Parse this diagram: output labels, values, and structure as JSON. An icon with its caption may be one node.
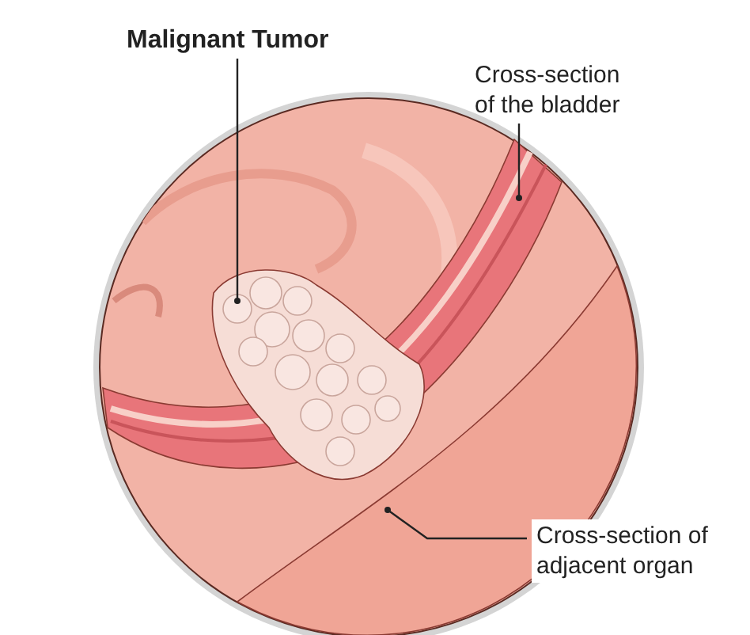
{
  "diagram": {
    "nodes": [
      {
        "text": [
          "Malignant Tumor"
        ]
      },
      {
        "text": [
          "Cross-section of the bladder"
        ]
      },
      {
        "text": [
          "Cross-section of adjacent organ"
        ]
      },
      {
        "text": [],
        "shape": "picture"
      },
      {
        "text": [],
        "shape": "picture"
      },
      {
        "text": [],
        "shape": "picture"
      }
    ],
    "edges": [
      {
        "from": 0,
        "to": 3,
        "arrow": "other"
      },
      {
        "from": 1,
        "to": 4,
        "arrow": "other"
      },
      {
        "from": 2,
        "to": 5,
        "arrow": "other"
      }
    ]
  }
}
